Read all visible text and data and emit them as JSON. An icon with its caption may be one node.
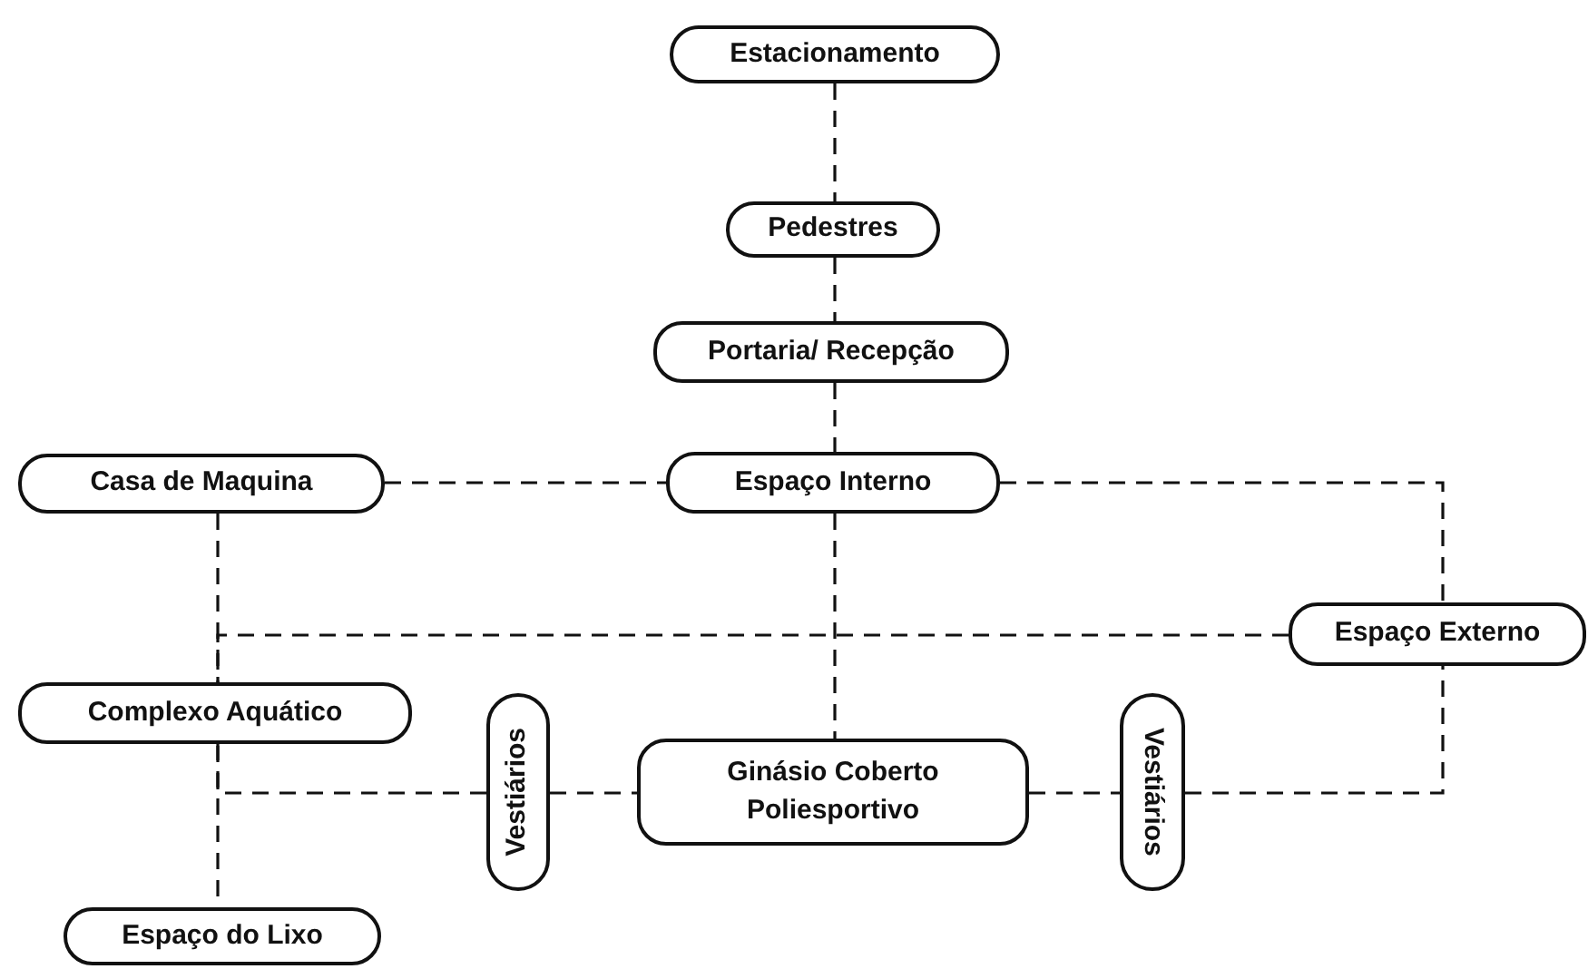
{
  "diagram": {
    "nodes": [
      {
        "text": [
          "Estacionamento"
        ]
      },
      {
        "text": [
          "Pedestres"
        ]
      },
      {
        "text": [
          "Portaria/ Recepção"
        ]
      },
      {
        "text": [
          "Casa de Maquina"
        ]
      },
      {
        "text": [
          "Espaço Interno"
        ]
      },
      {
        "text": [
          "Espaço Externo"
        ]
      },
      {
        "text": [
          "Complexo Aquático"
        ]
      },
      {
        "text": [
          "Vestiários"
        ]
      },
      {
        "text": [
          "Ginásio Coberto Poliesportivo"
        ]
      },
      {
        "text": [
          "Vestiários"
        ]
      },
      {
        "text": [
          "Espaço do Lixo"
        ]
      }
    ],
    "edges": [
      {
        "from": 0,
        "to": 1,
        "arrow": "none",
        "style": "dashed"
      },
      {
        "from": 1,
        "to": 2,
        "arrow": "none",
        "style": "dashed"
      },
      {
        "from": 2,
        "to": 4,
        "arrow": "none",
        "style": "dashed"
      },
      {
        "from": 3,
        "to": 4,
        "arrow": "none",
        "style": "dashed"
      },
      {
        "from": 4,
        "to": 8,
        "arrow": "none",
        "style": "dashed"
      },
      {
        "from": 4,
        "to": 5,
        "arrow": "none",
        "style": "dashed"
      },
      {
        "from": 3,
        "to": 6,
        "arrow": "none",
        "style": "dashed"
      },
      {
        "from": 5,
        "to": 6,
        "arrow": "none",
        "style": "dashed"
      },
      {
        "from": 6,
        "to": 10,
        "arrow": "none",
        "style": "dashed"
      },
      {
        "from": 7,
        "to": 6,
        "arrow": "none",
        "style": "dashed"
      },
      {
        "from": 7,
        "to": 8,
        "arrow": "none",
        "style": "dashed"
      },
      {
        "from": 8,
        "to": 9,
        "arrow": "none",
        "style": "dashed"
      },
      {
        "from": 9,
        "to": 5,
        "arrow": "none",
        "style": "dashed"
      }
    ]
  }
}
